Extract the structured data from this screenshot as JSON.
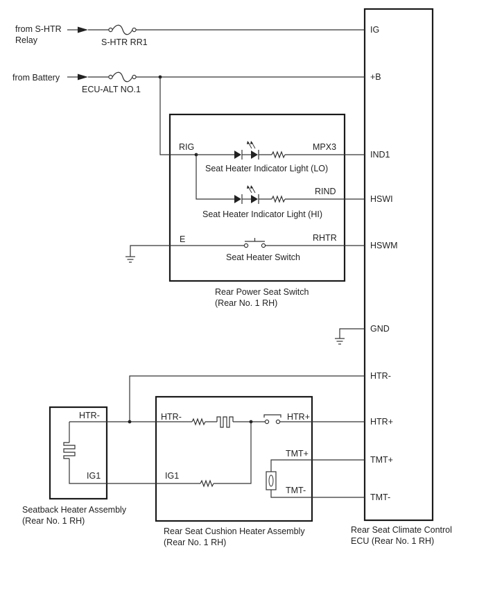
{
  "sources": {
    "shtr_relay_line1": "from S-HTR",
    "shtr_relay_line2": "Relay",
    "battery": "from Battery"
  },
  "fuses": {
    "shtr_rr1": "S-HTR RR1",
    "ecu_alt_no1": "ECU-ALT NO.1"
  },
  "rear_power_seat_switch": {
    "name_line1": "Rear Power Seat Switch",
    "name_line2": "(Rear No. 1 RH)",
    "pin_rig": "RIG",
    "pin_mpx3": "MPX3",
    "pin_rind": "RIND",
    "pin_e": "E",
    "pin_rhtr": "RHTR",
    "indicator_lo": "Seat Heater Indicator Light (LO)",
    "indicator_hi": "Seat Heater Indicator Light (HI)",
    "switch": "Seat Heater Switch"
  },
  "ecu": {
    "name_line1": "Rear Seat Climate Control",
    "name_line2": "ECU (Rear No. 1 RH)",
    "pins": {
      "ig": "IG",
      "plus_b": "+B",
      "ind1": "IND1",
      "hswi": "HSWI",
      "hswm": "HSWM",
      "gnd": "GND",
      "htr_minus": "HTR-",
      "htr_plus": "HTR+",
      "tmt_plus": "TMT+",
      "tmt_minus": "TMT-"
    }
  },
  "seatback_heater": {
    "name_line1": "Seatback Heater Assembly",
    "name_line2": "(Rear No. 1 RH)",
    "pin_htr_minus": "HTR-",
    "pin_ig1": "IG1"
  },
  "cushion_heater": {
    "name_line1": "Rear Seat Cushion Heater Assembly",
    "name_line2": "(Rear No. 1 RH)",
    "pin_htr_minus": "HTR-",
    "pin_htr_plus": "HTR+",
    "pin_ig1": "IG1",
    "pin_tmt_plus": "TMT+",
    "pin_tmt_minus": "TMT-"
  }
}
